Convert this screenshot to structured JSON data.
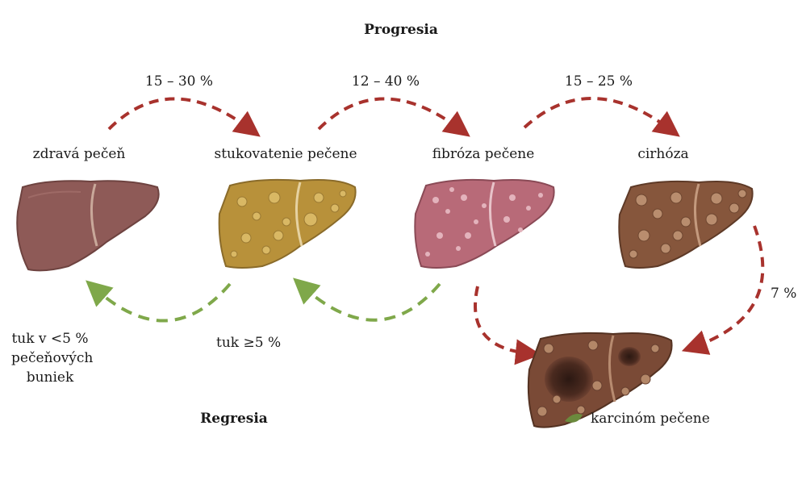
{
  "titles": {
    "progression": "Progresia",
    "regression": "Regresia"
  },
  "stages": {
    "healthy": "zdravá pečeň",
    "steatosis": "stukovatenie pečene",
    "fibrosis": "fibróza pečene",
    "cirrhosis": "cirhóza",
    "carcinoma": "karcinóm pečene"
  },
  "rates": {
    "healthy_to_steatosis": "15  – 30 %",
    "steatosis_to_fibrosis": "12  – 40 %",
    "fibrosis_to_cirrhosis": "15  – 25 %",
    "cirrhosis_to_carcinoma": "7 %"
  },
  "regression_notes": {
    "healthy_fat": [
      "tuk v <5 %",
      "pečeňových",
      "buniek"
    ],
    "steatosis_fat": "tuk ≥5 %"
  },
  "colors": {
    "progression_arrow": "#a8322d",
    "regression_arrow": "#7fa84a",
    "healthy_liver": "#8e5a57",
    "steatosis_liver": "#b8913a",
    "fibrosis_liver": "#b86a78",
    "cirrhosis_liver": "#86563c",
    "carcinoma_liver": "#7a4a36"
  }
}
